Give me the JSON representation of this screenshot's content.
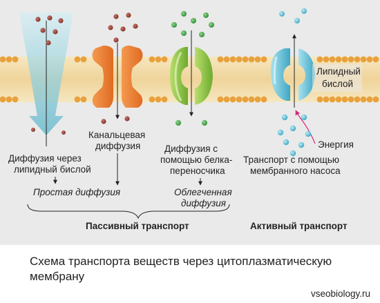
{
  "labels": {
    "lipid_bilayer": [
      "Липидный",
      "бислой"
    ],
    "diffusion_lipid": [
      "Диффузия через",
      "липидный бислой"
    ],
    "channel_diffusion": [
      "Канальцевая",
      "диффузия"
    ],
    "carrier_diffusion": [
      "Диффузия с",
      "помощью белка-",
      "переносчика"
    ],
    "pump_transport": [
      "Транспорт с помощью",
      "мембранного насоса"
    ],
    "energy": "Энергия",
    "simple_diffusion": "Простая диффузия",
    "facilitated_diffusion": [
      "Облегченная",
      "диффузия"
    ],
    "passive_transport": "Пассивный транспорт",
    "active_transport": "Активный транспорт"
  },
  "caption": "Схема транспорта веществ через цитоплазматическую мембрану",
  "site": "vseobiology.ru",
  "colors": {
    "panel": "#eaeaea",
    "membrane_head": "#e8a13c",
    "membrane_tail": "#f3dfae",
    "red_molecule": "#8a3a2f",
    "channel_protein": "#f0873a",
    "carrier_protein": "#8dc63f",
    "green_molecule": "#3c9c4a",
    "pump_protein": "#6cc3d8",
    "cyan_molecule": "#5bc0d6",
    "energy_arrow": "#d4287a"
  }
}
